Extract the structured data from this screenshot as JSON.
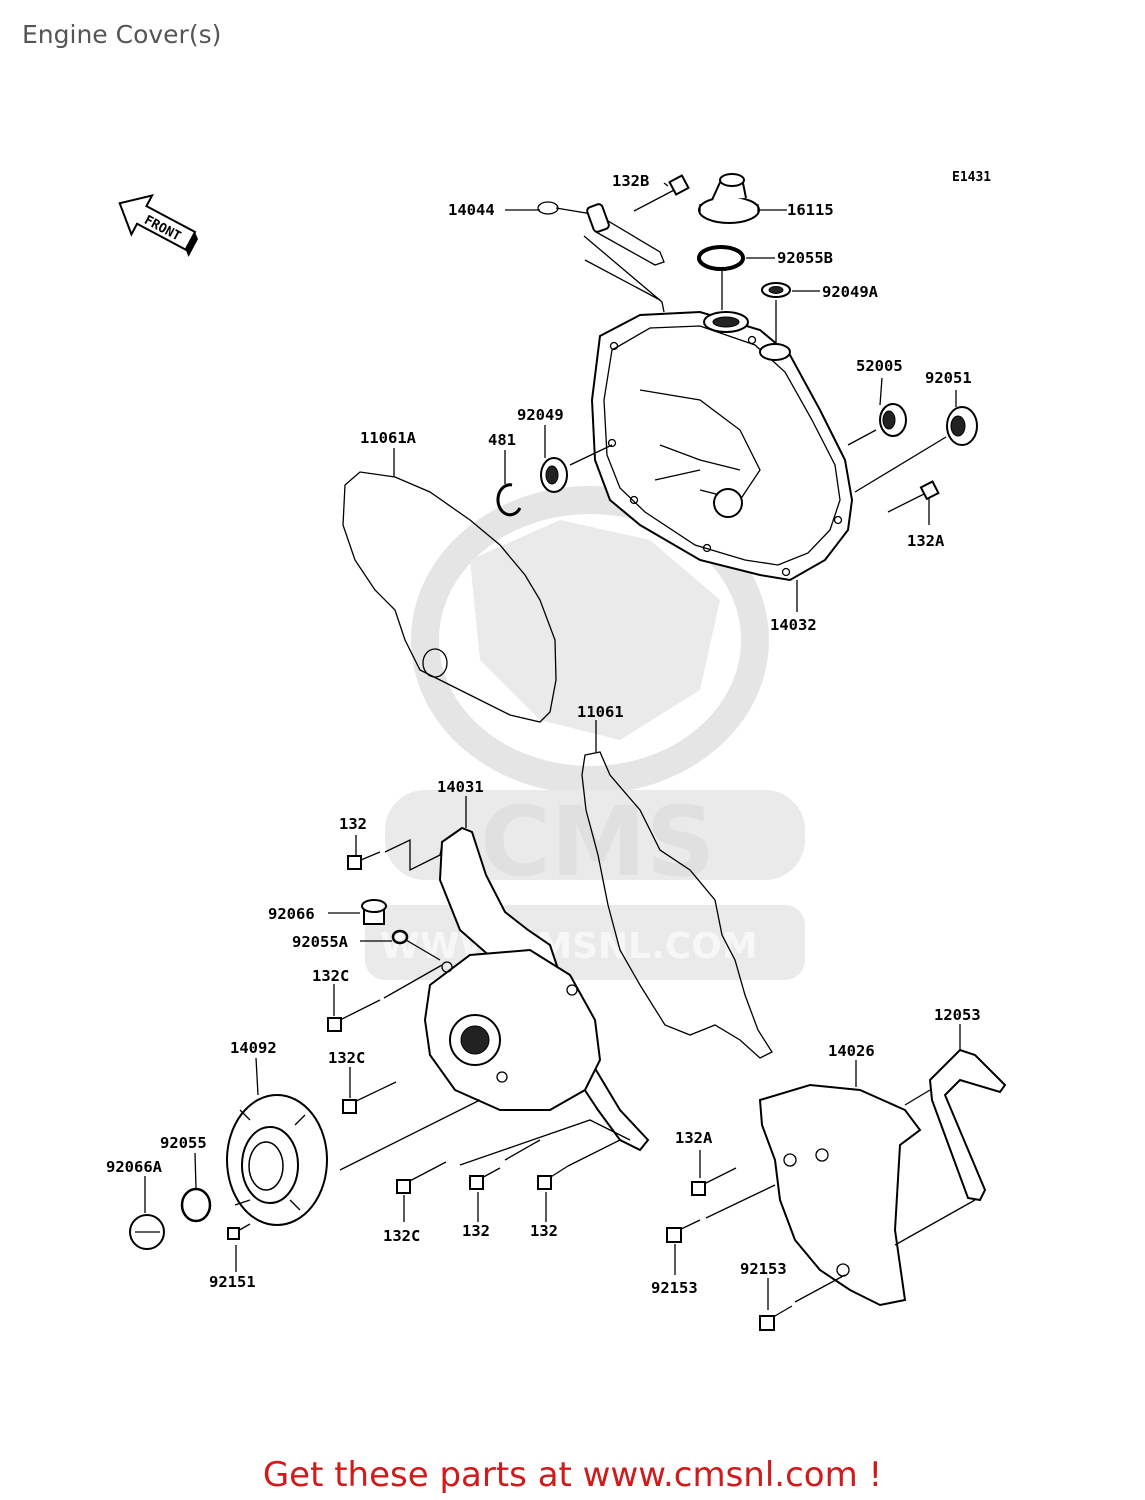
{
  "page": {
    "title": "Engine Cover(s)",
    "footer": "Get these parts at www.cmsnl.com !",
    "watermark_text": "WWW.CMSNL.COM",
    "watermark_logo": "CMS"
  },
  "diagram": {
    "ref_code": "E1431",
    "front_arrow": "FRONT",
    "labels": {
      "l132B": "132B",
      "l14044": "14044",
      "l16115": "16115",
      "l92055B": "92055B",
      "l92049A": "92049A",
      "l52005": "52005",
      "l92051": "92051",
      "l11061A": "11061A",
      "l481": "481",
      "l92049": "92049",
      "l132A_top": "132A",
      "l14032": "14032",
      "l11061": "11061",
      "l14031": "14031",
      "l132_a": "132",
      "l92066": "92066",
      "l92055A": "92055A",
      "l132C_a": "132C",
      "l14092": "14092",
      "l132C_b": "132C",
      "l12053": "12053",
      "l14026": "14026",
      "l92055": "92055",
      "l92066A": "92066A",
      "l132A_bot": "132A",
      "l92151": "92151",
      "l132C_c": "132C",
      "l132_b": "132",
      "l132_c": "132",
      "l92153_a": "92153",
      "l92153_b": "92153"
    }
  }
}
